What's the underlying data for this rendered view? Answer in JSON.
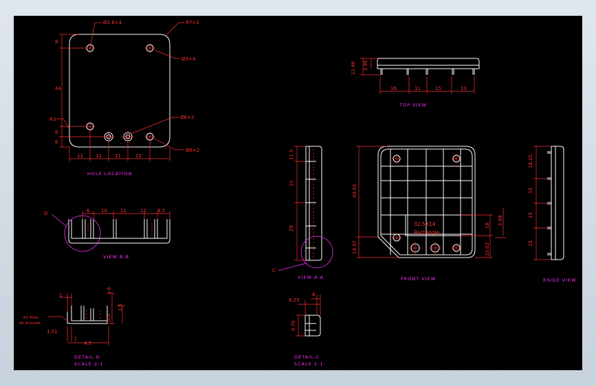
{
  "views": {
    "hole_location": "HOLE LOCATION",
    "view_b": "VIEW B-B",
    "top_view": "TOP VIEW",
    "view_a": "VIEW A-A",
    "front_view": "FRONT VIEW",
    "side_view": "RSIDE VIEW",
    "detail_d": "DETAIL-D",
    "detail_d_scale": "SCALE 2:1",
    "detail_c": "DETAIL-C",
    "detail_c_scale": "SCALE 2:1"
  },
  "hole_location": {
    "callouts": [
      "Ø2.6×4",
      "R7×1",
      "Ø3×4",
      "Ø6×2",
      "Ø6×2",
      "R3"
    ],
    "dims_bottom": [
      "11",
      "11",
      "11",
      "12"
    ],
    "dims_left": [
      "8",
      "44",
      "6",
      "6"
    ]
  },
  "view_b": {
    "marker": "D",
    "dims_top": [
      "6",
      "10",
      "11",
      "12",
      "8.5"
    ]
  },
  "top_view": {
    "dims_bottom": [
      "16",
      "11",
      "15",
      "13"
    ],
    "dims_left": [
      "11.46",
      "2.95"
    ]
  },
  "view_a": {
    "marker": "C",
    "dims_left": [
      "11.5",
      "21",
      "29"
    ]
  },
  "front_view": {
    "rect_label_1": "32.5X14",
    "rect_label_2": "Rectangle",
    "dims_left": [
      "49.93",
      "14.07"
    ],
    "dims_right": [
      "18",
      "2.98",
      "10.02"
    ]
  },
  "side_view": {
    "dims_left": [
      "18.25",
      "15",
      "15",
      "15"
    ]
  },
  "detail_d": {
    "dims": [
      "1",
      "3.6",
      "1.6",
      "0.6",
      "1.51",
      "4.5"
    ],
    "note_1": "R1 Fillet",
    "note_2": "All Arounds"
  },
  "detail_c": {
    "dims": [
      "6.25",
      "8",
      "0.76"
    ]
  }
}
